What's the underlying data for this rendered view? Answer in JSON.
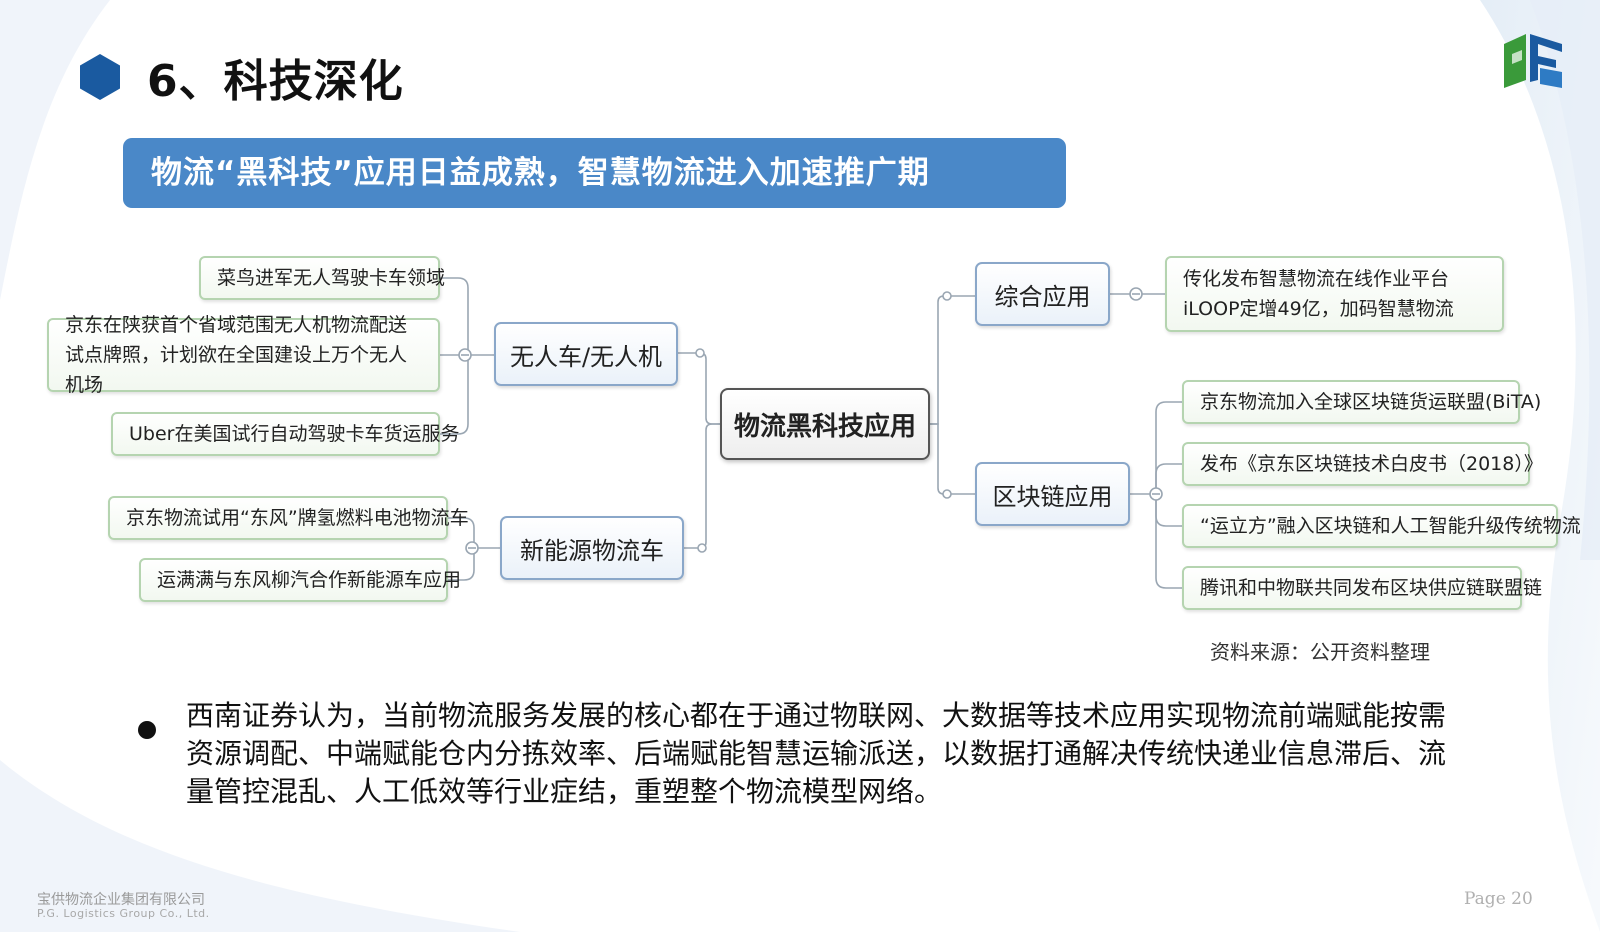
{
  "slide": {
    "title": "6、科技深化",
    "banner": "物流“黑科技”应用日益成熟，智慧物流进入加速推广期"
  },
  "mindmap": {
    "root": "物流黑科技应用",
    "left": [
      {
        "label": "无人车/无人机",
        "children": [
          "菜鸟进军无人驾驶卡车领域",
          "京东在陕获首个省域范围无人机物流配送试点牌照，计划欲在全国建设上万个无人机场",
          "Uber在美国试行自动驾驶卡车货运服务"
        ]
      },
      {
        "label": "新能源物流车",
        "children": [
          "京东物流试用“东风”牌氢燃料电池物流车",
          "运满满与东风柳汽合作新能源车应用"
        ]
      }
    ],
    "right": [
      {
        "label": "综合应用",
        "children": [
          "传化发布智慧物流在线作业平台iLOOP定增49亿，加码智慧物流"
        ]
      },
      {
        "label": "区块链应用",
        "children": [
          "京东物流加入全球区块链货运联盟(BiTA)",
          "发布《京东区块链技术白皮书（2018）》",
          "“运立方”融入区块链和人工智能升级传统物流",
          "腾讯和中物联共同发布区块供应链联盟链"
        ]
      }
    ]
  },
  "source_note": "资料来源：公开资料整理",
  "body_text": "西南证券认为，当前物流服务发展的核心都在于通过物联网、大数据等技术应用实现物流前端赋能按需资源调配、中端赋能仓内分拣效率、后端赋能智慧运输派送，以数据打通解决传统快递业信息滞后、流量管控混乱、人工低效等行业症结，重塑整个物流模型网络。",
  "footer": {
    "company_cn": "宝供物流企业集团有限公司",
    "company_en": "P.G. Logistics Group Co., Ltd.",
    "page": "Page 20"
  },
  "colors": {
    "accent": "#1a5aa0",
    "banner": "#4a88c8",
    "leaf_border": "#b5d4b0",
    "branch_border": "#8aa7c9"
  }
}
